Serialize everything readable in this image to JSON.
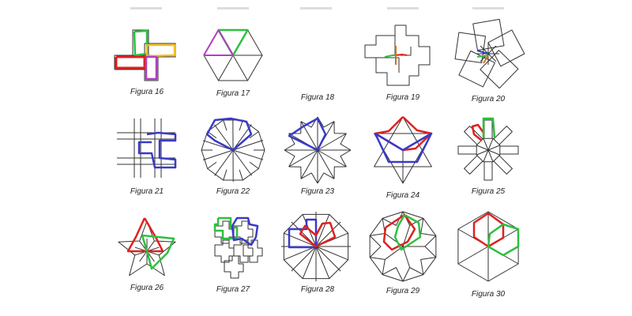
{
  "captions": {
    "f16": "Figura 16",
    "f17": "Figura 17",
    "f18": "Figura 18",
    "f19": "Figura 19",
    "f20": "Figura 20",
    "f21": "Figura 21",
    "f22": "Figura 22",
    "f23": "Figura 23",
    "f24": "Figura 24",
    "f25": "Figura 25",
    "f26": "Figura 26",
    "f27": "Figura 27",
    "f28": "Figura 28",
    "f29": "Figura 29",
    "f30": "Figura 30"
  },
  "colors": {
    "line": "#333333",
    "red": "#e02020",
    "green": "#2ec040",
    "blue": "#3a3ac8",
    "purple": "#b040c0",
    "yellow": "#f0c020",
    "orange": "#d07020"
  }
}
